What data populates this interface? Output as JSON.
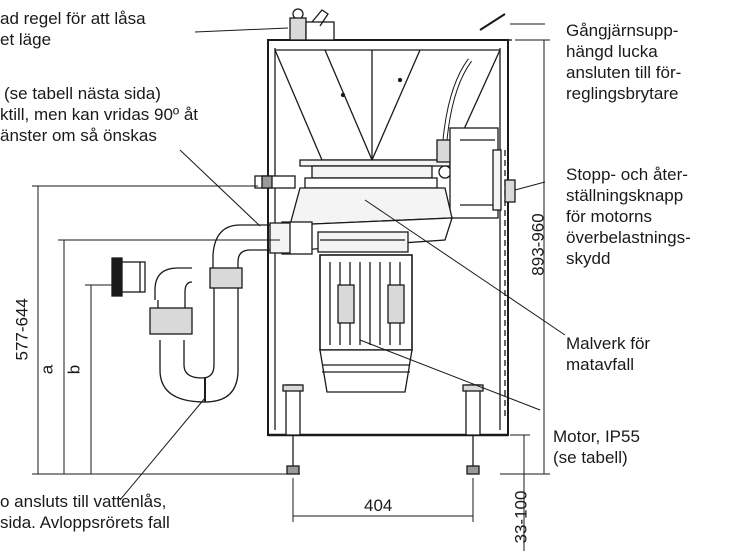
{
  "labels": {
    "top_left": [
      "ad regel för att låsa",
      "et läge"
    ],
    "top_mid": [
      "(se tabell nästa sida)",
      "ktill, men kan vridas 90º åt",
      "änster om så önskas"
    ],
    "lid": [
      "Gångjärnsupp-",
      "hängd lucka",
      "ansluten till för-",
      "reglingsbrytare"
    ],
    "stop_button": [
      "Stopp- och åter-",
      "ställningsknapp",
      "för motorns",
      "överbelastnings-",
      "skydd"
    ],
    "grinder": [
      "Malverk för",
      "matavfall"
    ],
    "motor": [
      "Motor, IP55",
      "(se tabell)"
    ],
    "bottom_left": [
      "o ansluts till vattenlås,",
      "sida. Avloppsrörets fall"
    ]
  },
  "dimensions": {
    "height_range": "577-644",
    "a": "a",
    "b": "b",
    "lid_height": "893-960",
    "width": "404",
    "feet_range": "33-100"
  },
  "colors": {
    "line": "#1a1a1a",
    "fill_light": "#f4f4f4",
    "fill_mid": "#d9d9d9",
    "fill_dark": "#9a9a9a"
  }
}
